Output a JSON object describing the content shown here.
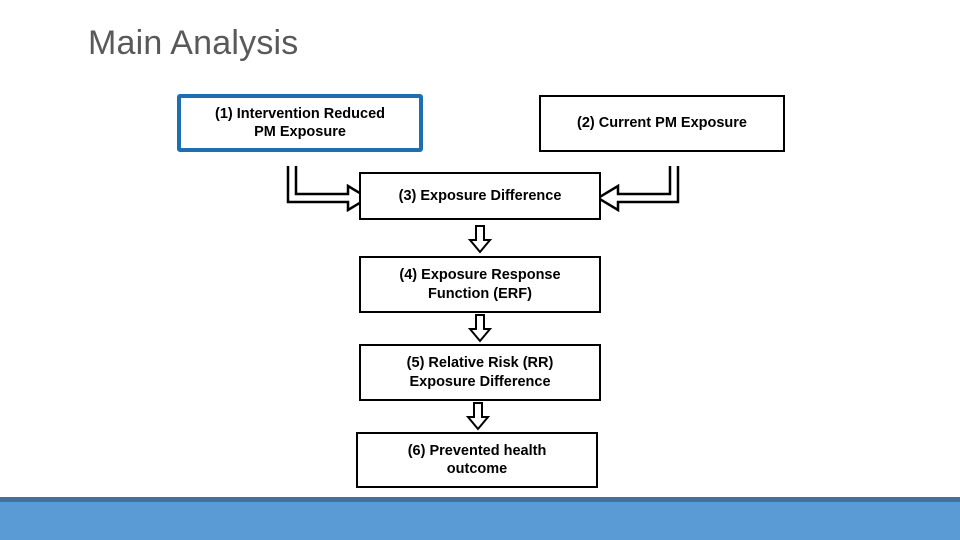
{
  "slide": {
    "title": "Main Analysis",
    "background_color": "#FFFFFF",
    "title_color": "#595959",
    "accent_color": "#1F6FB0",
    "footer_color": "#5B9BD5",
    "footer_top_color": "#41719C"
  },
  "diagram": {
    "type": "flowchart",
    "boxes": [
      {
        "id": "box1",
        "label": "(1) Intervention Reduced PM Exposure",
        "line1": "(1) Intervention Reduced",
        "line2": "PM Exposure",
        "style": "accent"
      },
      {
        "id": "box2",
        "label": "(2) Current PM Exposure",
        "line1": "(2) Current PM Exposure",
        "line2": "",
        "style": "plain"
      },
      {
        "id": "box3",
        "label": "(3) Exposure Difference",
        "line1": "(3) Exposure Difference",
        "line2": "",
        "style": "plain"
      },
      {
        "id": "box4",
        "label": "(4) Exposure Response Function (ERF)",
        "line1": "(4) Exposure Response",
        "line2": "Function (ERF)",
        "style": "plain"
      },
      {
        "id": "box5",
        "label": "(5) Relative Risk (RR) Exposure Difference",
        "line1": "(5) Relative Risk (RR)",
        "line2": "Exposure Difference",
        "style": "plain"
      },
      {
        "id": "box6",
        "label": "(6) Prevented health outcome",
        "line1": "(6) Prevented health",
        "line2": "outcome",
        "style": "plain"
      }
    ],
    "connectors": [
      {
        "id": "c1",
        "from": "box1",
        "to": "box3",
        "shape": "elbow-right"
      },
      {
        "id": "c2",
        "from": "box2",
        "to": "box3",
        "shape": "elbow-left"
      },
      {
        "id": "c3",
        "from": "box3",
        "to": "box4",
        "shape": "down"
      },
      {
        "id": "c4",
        "from": "box4",
        "to": "box5",
        "shape": "down"
      },
      {
        "id": "c5",
        "from": "box5",
        "to": "box6",
        "shape": "down"
      }
    ]
  }
}
